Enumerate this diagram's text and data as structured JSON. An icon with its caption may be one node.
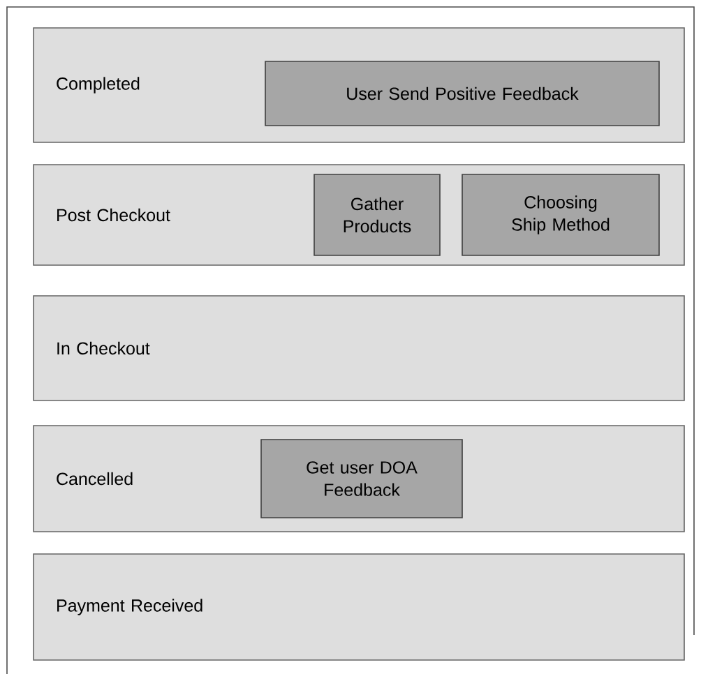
{
  "diagram": {
    "nodes": [
      {
        "text": [
          "Completed"
        ]
      },
      {
        "text": [
          "User Send Positive Feedback"
        ],
        "in": 0
      },
      {
        "text": [
          "Post Checkout"
        ]
      },
      {
        "text": [
          "Gather Products"
        ],
        "in": 2
      },
      {
        "text": [
          "Choosing Ship Method"
        ],
        "in": 2
      },
      {
        "text": [
          "In Checkout"
        ]
      },
      {
        "text": [
          "Cancelled"
        ]
      },
      {
        "text": [
          "Get user DOA Feedback"
        ],
        "in": 6
      },
      {
        "text": [
          "Payment Received"
        ]
      }
    ]
  }
}
